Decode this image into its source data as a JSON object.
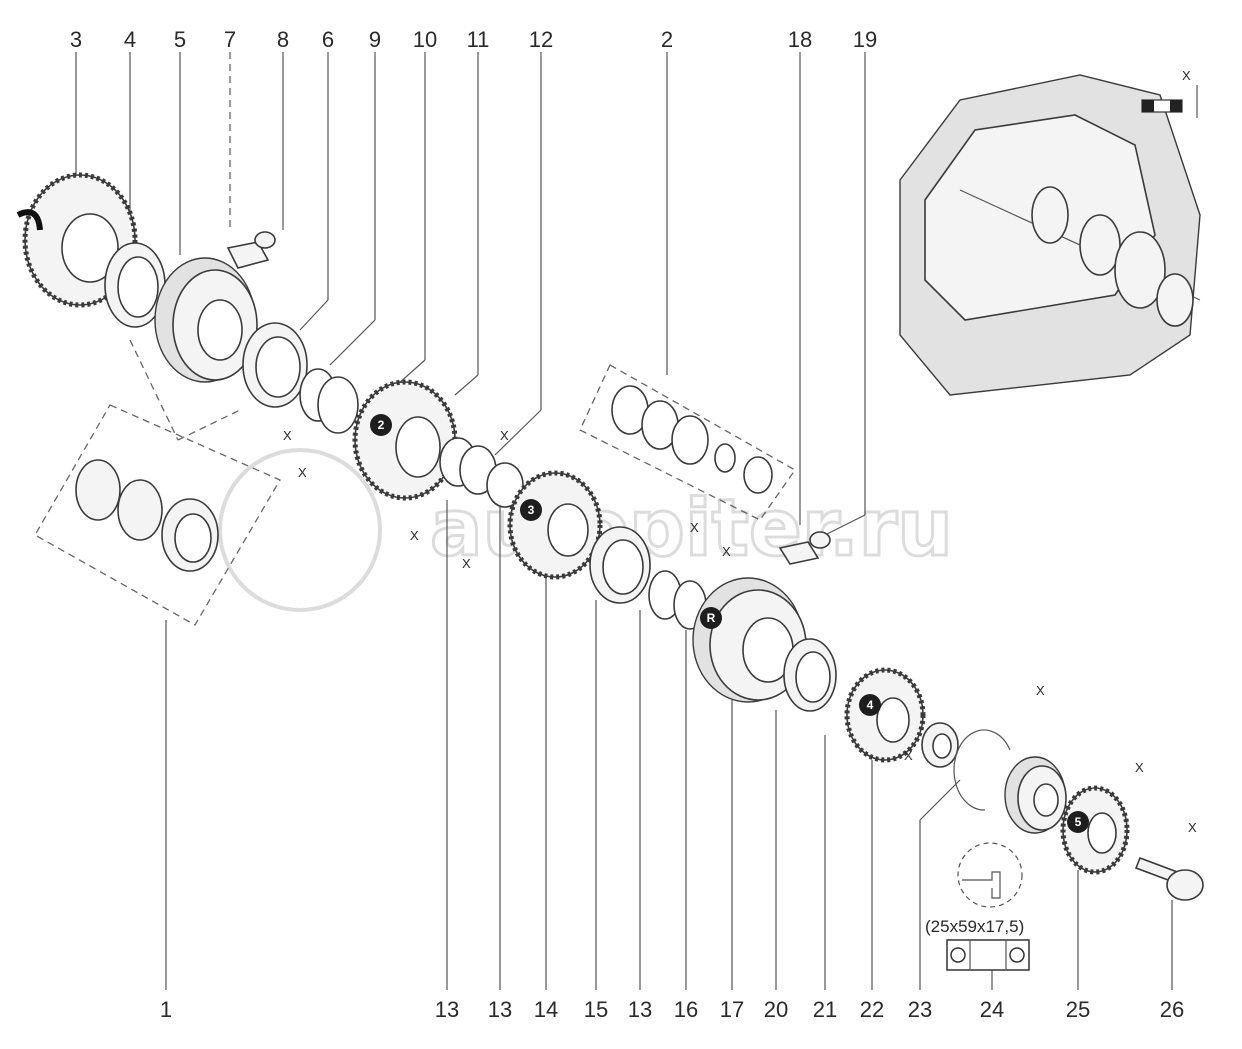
{
  "callouts_top": [
    "3",
    "4",
    "5",
    "7",
    "8",
    "6",
    "9",
    "10",
    "11",
    "12",
    "2",
    "18",
    "19"
  ],
  "callouts_bottom": [
    "1",
    "13",
    "13",
    "14",
    "15",
    "13",
    "16",
    "17",
    "20",
    "21",
    "22",
    "23",
    "24",
    "25",
    "26"
  ],
  "gear_badges": [
    "2",
    "3",
    "R",
    "4",
    "5"
  ],
  "clearance_mark": "X",
  "bearing_spec": "(25x59x17,5)",
  "watermark": "autopiter.ru",
  "colors": {
    "line": "#3a3a3a",
    "badge": "#1e1e1e",
    "watermark": "#dcdcdc"
  }
}
